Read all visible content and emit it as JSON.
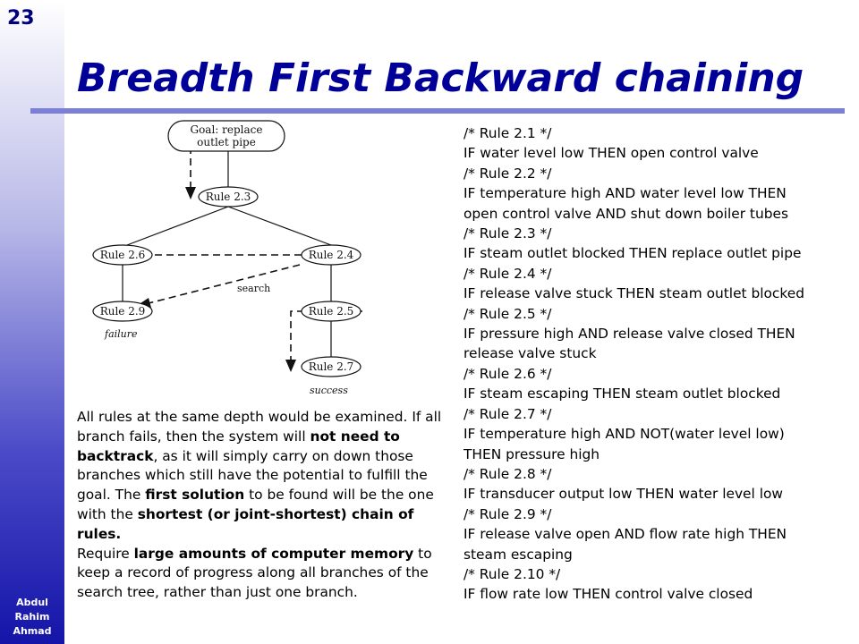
{
  "slide": {
    "number": "23",
    "title": "Breadth First Backward chaining",
    "author": [
      "Abdul",
      "Rahim",
      "Ahmad"
    ]
  },
  "diagram": {
    "goal": [
      "Goal: replace",
      "outlet pipe"
    ],
    "nodes": {
      "r23": "Rule 2.3",
      "r26": "Rule 2.6",
      "r24": "Rule 2.4",
      "r29": "Rule 2.9",
      "r25": "Rule 2.5",
      "r27": "Rule 2.7"
    },
    "labels": {
      "search": "search",
      "failure": "failure",
      "success": "success"
    }
  },
  "body": {
    "p1": "All rules at the same depth would be examined. If all branch fails, then the system will ",
    "b1": "not need to backtrack",
    "p2": ", as it will simply carry on down those branches which still have the potential to fulfill the goal.  The ",
    "b2": "first solution",
    "p3": " to be found will be the one with the ",
    "b3": "shortest (or joint-shortest) chain of rules.",
    "p4": "Require ",
    "b4": "large amounts of computer memory",
    "p5": " to keep a record of progress along all branches of the search tree, rather than just one branch."
  },
  "rules": [
    "/* Rule 2.1 */",
    "IF water level low THEN open control valve",
    "/* Rule 2.2 */",
    "IF temperature high AND water level low THEN",
    "open control valve AND shut down boiler tubes",
    "/* Rule 2.3 */",
    "IF steam outlet blocked THEN replace outlet pipe",
    "/* Rule 2.4 */",
    "IF release valve stuck THEN steam outlet blocked",
    "/* Rule 2.5 */",
    "IF pressure high AND release valve closed THEN",
    "release valve stuck",
    "/* Rule 2.6 */",
    "IF steam escaping THEN steam outlet blocked",
    "/* Rule 2.7 */",
    "IF temperature high AND NOT(water level low)",
    "THEN pressure high",
    "/* Rule 2.8 */",
    "IF transducer output low THEN water level low",
    "/* Rule 2.9 */",
    "IF release valve open AND flow rate high THEN",
    "steam escaping",
    "/* Rule 2.10 */",
    "IF flow rate low THEN control valve closed"
  ]
}
